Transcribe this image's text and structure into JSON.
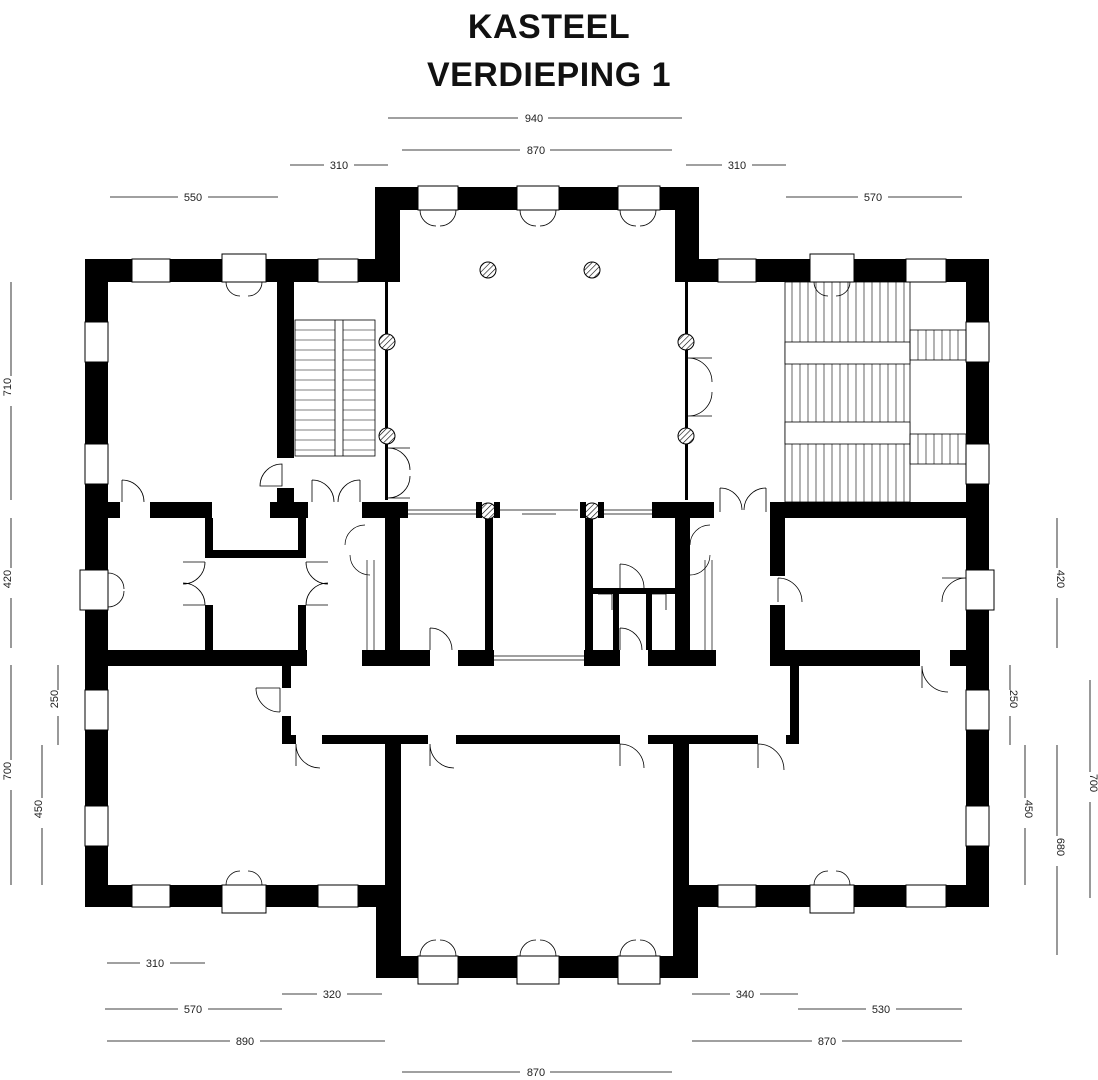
{
  "title": {
    "line1": "KASTEEL",
    "line2": "VERDIEPING 1"
  },
  "dimensions": {
    "top_940": "940",
    "top_870": "870",
    "top_left_310": "310",
    "top_right_310": "310",
    "top_left_550": "550",
    "top_right_570": "570",
    "left_710": "710",
    "left_420": "420",
    "left_250": "250",
    "left_700": "700",
    "left_450": "450",
    "right_420": "420",
    "right_250": "250",
    "right_450": "450",
    "right_700": "700",
    "right_680": "680",
    "bottom_310": "310",
    "bottom_320": "320",
    "bottom_340": "340",
    "bottom_570": "570",
    "bottom_530": "530",
    "bottom_890": "890",
    "bottom_870_right": "870",
    "bottom_870_center": "870"
  }
}
